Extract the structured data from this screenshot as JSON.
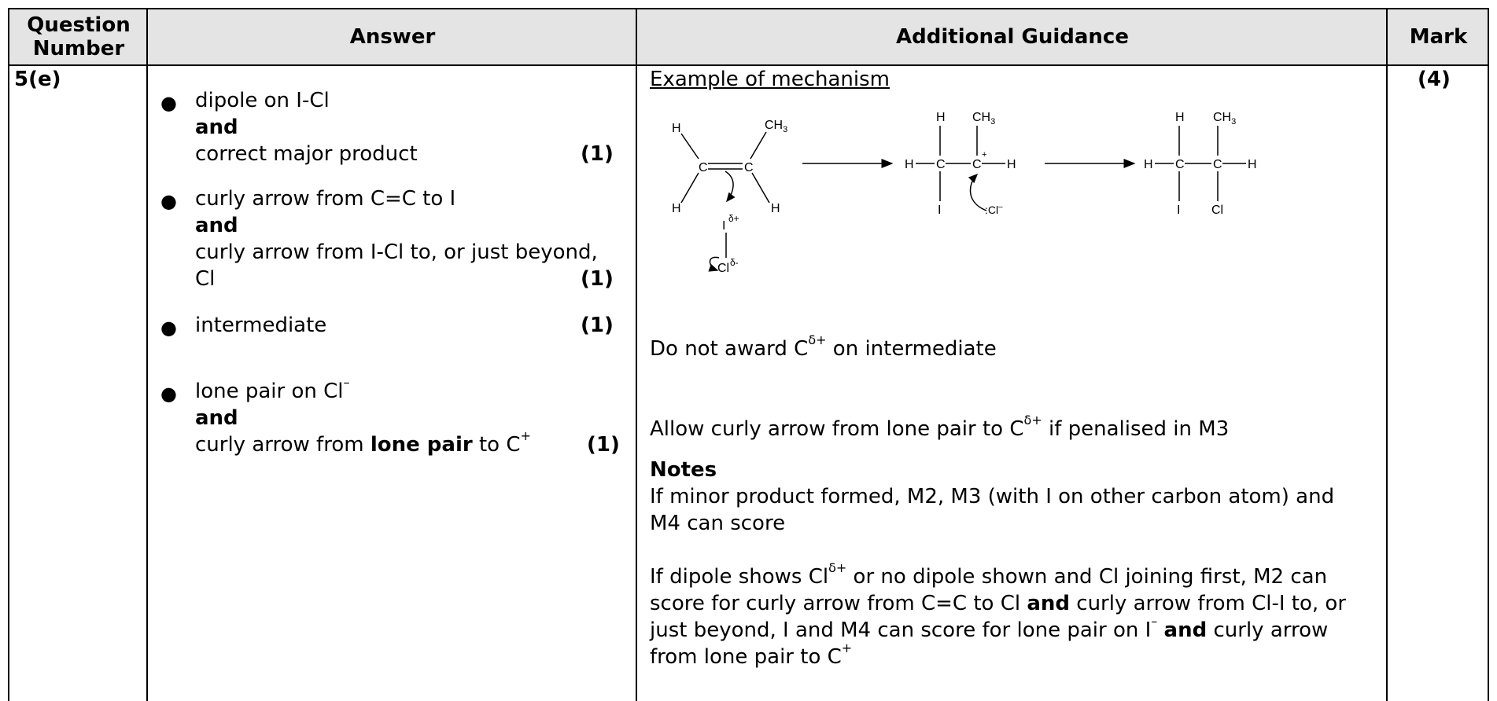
{
  "header": {
    "question_number_line1": "Question",
    "question_number_line2": "Number",
    "answer": "Answer",
    "guidance": "Additional Guidance",
    "mark": "Mark"
  },
  "row": {
    "question_number": "5(e)",
    "mark": "(4)",
    "answers": [
      {
        "line1": "dipole on I-Cl",
        "line2": "and",
        "line3": "correct major product",
        "mark": "(1)"
      },
      {
        "line1": "curly arrow from C=C to I",
        "line2": "and",
        "line3": "curly arrow from I-Cl to, or just beyond,",
        "line4": "Cl",
        "mark": "(1)"
      },
      {
        "line1": "intermediate",
        "mark": "(1)"
      },
      {
        "line1_text": "lone pair on Cl",
        "line1_sup": "–",
        "line2": "and",
        "line3_a": "curly arrow from ",
        "line3_b": "lone pair",
        "line3_c": " to C",
        "line3_sup": "+",
        "mark": "(1)"
      }
    ],
    "guidance": {
      "example_heading": "Example of mechanism",
      "do_not_award_a": "Do not award C",
      "do_not_award_sup": "δ+",
      "do_not_award_b": " on intermediate",
      "allow_a": "Allow curly arrow from lone pair to C",
      "allow_sup": "δ+",
      "allow_b": " if penalised in M3",
      "notes_heading": "Notes",
      "notes_line1": "If minor product formed, M2, M3 (with I on other carbon atom) and",
      "notes_line2": "M4 can score",
      "dipole_l1_a": "If dipole shows Cl",
      "dipole_l1_sup": "δ+",
      "dipole_l1_b": " or no dipole shown and Cl joining first, M2 can",
      "dipole_l2_a": "score for curly arrow from C=C to Cl ",
      "dipole_l2_b": "and",
      "dipole_l2_c": " curly arrow from Cl-I to, or",
      "dipole_l3_a": "just beyond, I and M4 can score for lone pair on I",
      "dipole_l3_sup": "–",
      "dipole_l3_b": " ",
      "dipole_l3_c": "and",
      "dipole_l3_d": " curly arrow",
      "dipole_l4_a": "from lone pair to C",
      "dipole_l4_sup": "+"
    }
  },
  "mechanism": {
    "h": "H",
    "c": "C",
    "i": "I",
    "cl": "Cl",
    "ch3": "CH",
    "ch3_sub": "3",
    "delta_plus": "δ+",
    "delta_minus": "δ-",
    "plus": "+",
    "chloride": ":Cl",
    "chloride_sup": "–"
  }
}
